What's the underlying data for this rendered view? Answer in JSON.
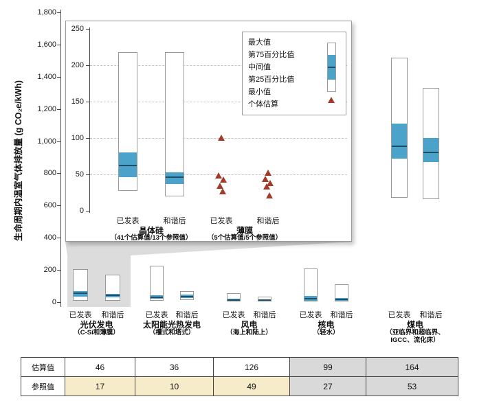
{
  "colors": {
    "box_fill": "#4ba3c9",
    "box_border": "#999999",
    "median_line": "#1f4e6b",
    "triangle": "#a23b2a",
    "zoom_gray": "#dcdcdc",
    "ref_yellow": "#f6ecca",
    "cell_gray": "#d9d9d9"
  },
  "y_axis": {
    "label": "生命周期内温室气体排放量 (g CO₂e/kWh)",
    "ticks": [
      "1,800",
      "1,600",
      "1,400",
      "1,200",
      "1,000",
      "800",
      "600",
      "400",
      "200",
      "0"
    ]
  },
  "chart_data": {
    "type": "boxplot",
    "title": "",
    "ylabel": "生命周期内温室气体排放量 (g CO₂e/kWh)",
    "unit": "g CO₂e/kWh",
    "ylim": [
      0,
      1800
    ],
    "legend": [
      "最大值",
      "第75百分比值",
      "中间值",
      "第25百分比值",
      "最小值",
      "个体估算"
    ],
    "groups": [
      {
        "name": "光伏发电",
        "sub": "（C-Si和薄膜）",
        "boxes": [
          {
            "label": "已发表",
            "min": 10,
            "max": 205,
            "q1": 35,
            "q3": 68,
            "median": 55
          },
          {
            "label": "和谐后",
            "min": 10,
            "max": 170,
            "q1": 30,
            "q3": 50,
            "median": 42
          }
        ]
      },
      {
        "name": "太阳能光热发电",
        "sub": "（槽式和塔式）",
        "boxes": [
          {
            "label": "已发表",
            "min": 8,
            "max": 225,
            "q1": 20,
            "q3": 42,
            "median": 30
          },
          {
            "label": "和谐后",
            "min": 11,
            "max": 70,
            "q1": 26,
            "q3": 45,
            "median": 36
          }
        ]
      },
      {
        "name": "风电",
        "sub": "（海上和陆上）",
        "boxes": [
          {
            "label": "已发表",
            "min": 3,
            "max": 55,
            "q1": 8,
            "q3": 22,
            "median": 13
          },
          {
            "label": "和谐后",
            "min": 3,
            "max": 35,
            "q1": 8,
            "q3": 18,
            "median": 12
          }
        ]
      },
      {
        "name": "核电",
        "sub": "（轻水）",
        "boxes": [
          {
            "label": "已发表",
            "min": 4,
            "max": 210,
            "q1": 10,
            "q3": 38,
            "median": 20
          },
          {
            "label": "和谐后",
            "min": 4,
            "max": 110,
            "q1": 9,
            "q3": 27,
            "median": 15
          }
        ]
      },
      {
        "name": "煤电",
        "sub": "（亚临界和超临界、IGCC、流化床）",
        "boxes": [
          {
            "label": "已发表",
            "min": 650,
            "max": 1520,
            "q1": 890,
            "q3": 1110,
            "median": 970
          },
          {
            "label": "和谐后",
            "min": 640,
            "max": 1330,
            "q1": 870,
            "q3": 1020,
            "median": 930
          }
        ]
      }
    ],
    "inset": {
      "axis": {
        "min": 0,
        "max": 250,
        "ticks": [
          "250",
          "200",
          "150",
          "100",
          "50",
          "0"
        ]
      },
      "groups": [
        {
          "name": "晶体硅",
          "sub": "（41个估算值/13个参照值）",
          "boxes": [
            {
              "label": "已发表",
              "min": 27,
              "max": 218,
              "q1": 46,
              "q3": 80,
              "median": 62
            },
            {
              "label": "和谐后",
              "min": 20,
              "max": 218,
              "q1": 37,
              "q3": 53,
              "median": 46
            }
          ]
        },
        {
          "name": "薄膜",
          "sub": "（5个估算值/5个参照值）",
          "points": [
            {
              "label": "已发表",
              "values": [
                100,
                48,
                42,
                34,
                26
              ]
            },
            {
              "label": "和谐后",
              "values": [
                52,
                43,
                38,
                33,
                21
              ]
            }
          ]
        }
      ]
    }
  },
  "table": {
    "row_labels": [
      "估算值",
      "参照值"
    ],
    "estimates": [
      "46",
      "36",
      "126",
      "99",
      "164"
    ],
    "references": [
      "17",
      "10",
      "49",
      "27",
      "53"
    ]
  }
}
